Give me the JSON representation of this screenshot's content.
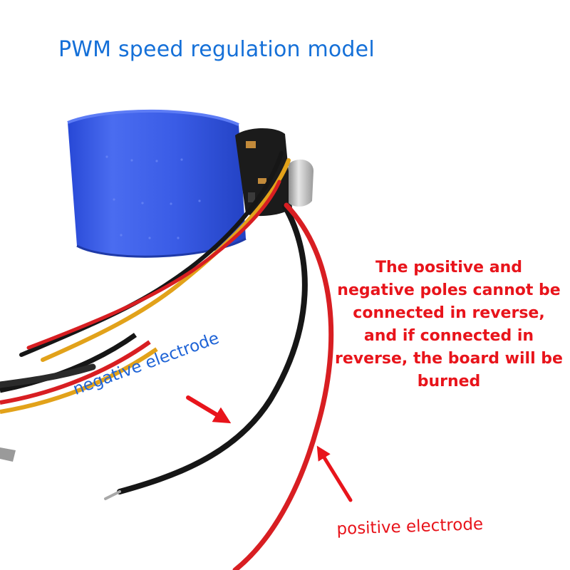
{
  "title": "PWM speed regulation model",
  "warning": "The positive and negative poles cannot be connected in reverse, and if connected in reverse, the board will be burned",
  "labels": {
    "negative": "negative electrode",
    "positive": "positive electrode"
  },
  "colors": {
    "title": "#1570d8",
    "warning": "#e8141b",
    "negative_label": "#1e63d6",
    "positive_label": "#e8141b",
    "motor_body": "#3c5fe8",
    "wire_red": "#d81e22",
    "wire_black": "#161616",
    "wire_yellow": "#e2a21a",
    "arrow": "#e8141b"
  }
}
